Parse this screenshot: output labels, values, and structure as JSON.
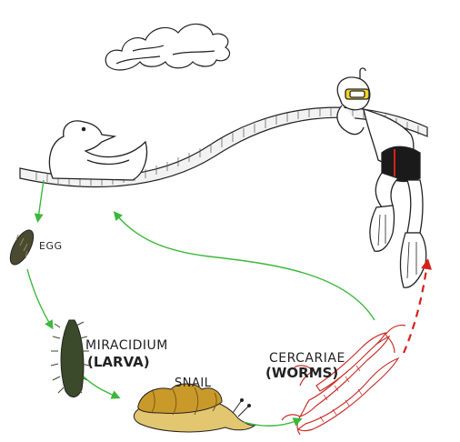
{
  "diagram": {
    "labels": {
      "egg": "EGG",
      "miracidium": "MIRACIDIUM",
      "larva": "(LARVA)",
      "snail": "SNAIL",
      "cercariae": "CERCARIAE",
      "worms": "(WORMS)"
    },
    "colors": {
      "cycle_arrow": "#3cb83c",
      "penetration_arrow": "#d8201a",
      "worm": "#c8322c",
      "snail_shell": "#c99a2a",
      "egg": "#4a4a30",
      "ink": "#222222"
    },
    "icons": [
      "cloud-icon",
      "duck-icon",
      "swimmer-icon",
      "egg-icon",
      "miracidium-icon",
      "snail-icon",
      "cercariae-icon"
    ]
  }
}
